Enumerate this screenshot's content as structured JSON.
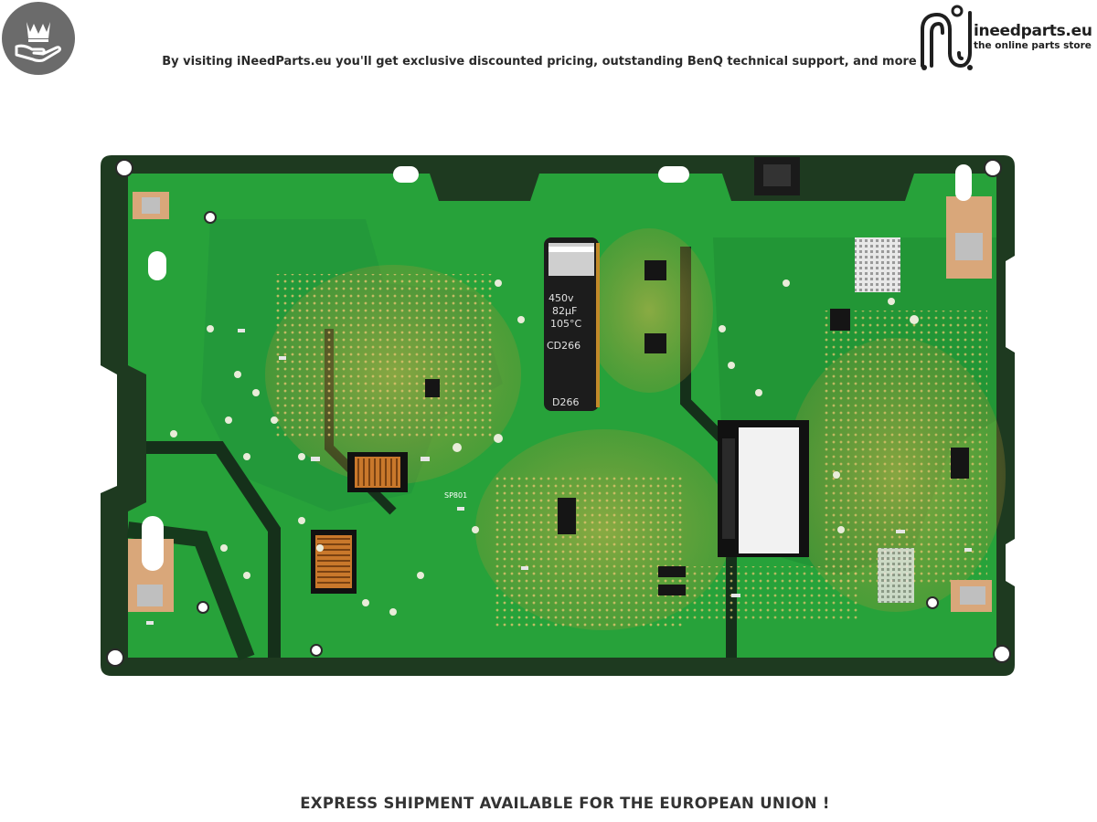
{
  "header": {
    "tagline": "By visiting iNeedParts.eu you'll get exclusive discounted pricing, outstanding BenQ technical support, and more",
    "brand": {
      "name": "ineedparts.eu",
      "slogan": "the online parts store"
    }
  },
  "badge": {
    "icon": "crown-hand-icon"
  },
  "photo": {
    "subject": "power supply circuit board",
    "markings": {
      "capacitor_voltage": "450v",
      "capacitor_value": "82μF",
      "capacitor_temp": "105°C",
      "capacitor_ref": "CD266",
      "board_ref": "D266",
      "coil_ref": "SP801"
    }
  },
  "footer": {
    "notice": "EXPRESS SHIPMENT AVAILABLE FOR THE EUROPEAN UNION !"
  },
  "colors": {
    "badge": "#6b6b6b",
    "pcb_green": "#27a23a",
    "pcb_dark": "#1a2b1a",
    "solder_gold": "#c7a94a",
    "copper": "#c9782b",
    "text": "#2a2a2a"
  }
}
